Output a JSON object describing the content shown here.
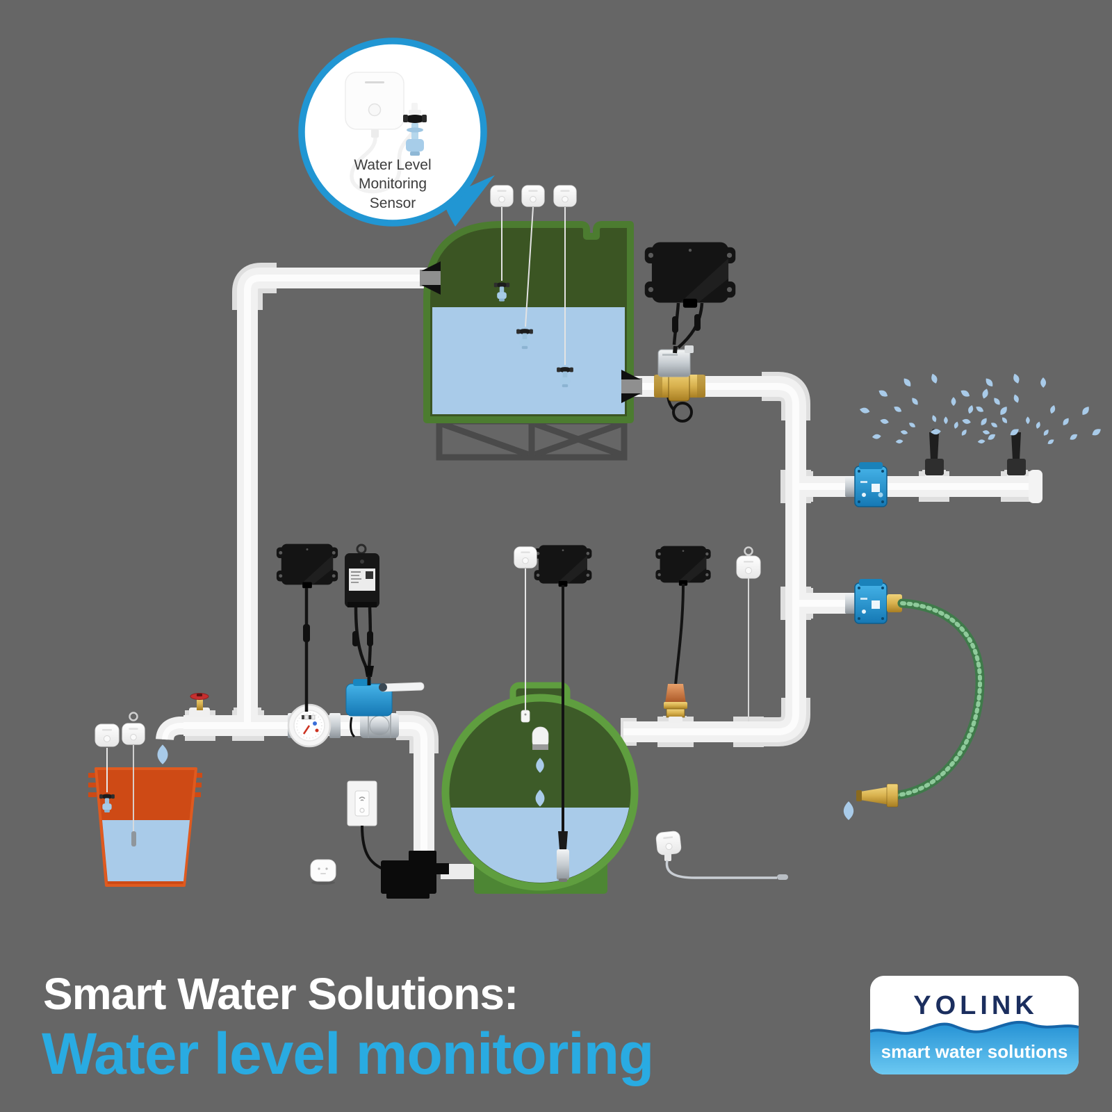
{
  "background": "#666666",
  "callout": {
    "label": "Water Level\nMonitoring\nSensor"
  },
  "title": {
    "line1": "Smart Water Solutions:",
    "line2": "Water level monitoring"
  },
  "logo": {
    "brand": "YOLINK",
    "tagline": "smart water solutions"
  },
  "icons": [
    "water-level-sensor-icon",
    "float-probe-icon",
    "submersible-probe-icon",
    "control-box-icon",
    "motorized-valve-icon",
    "inline-valve-icon",
    "water-meter-icon",
    "sprinkler-head-icon",
    "garden-hose-icon",
    "hose-nozzle-icon",
    "faucet-icon",
    "water-drop-icon",
    "smart-switch-icon",
    "water-pump-icon",
    "smart-button-icon",
    "tank-icon",
    "bucket-icon"
  ],
  "colors": {
    "background": "#666666",
    "accent_blue": "#29abe2",
    "callout_border": "#2196d3",
    "pipe_white": "#f1f1f1",
    "tank_green_border": "#4c7c30",
    "tank_green_fill": "#3b5523",
    "round_tank_border": "#5f9e3f",
    "water_blue": "#a9cbe9",
    "bucket_orange": "#ce4a15",
    "valve_blue": "#2196d3",
    "brass": "#c79a3a",
    "logo_navy": "#1b2e5e"
  }
}
